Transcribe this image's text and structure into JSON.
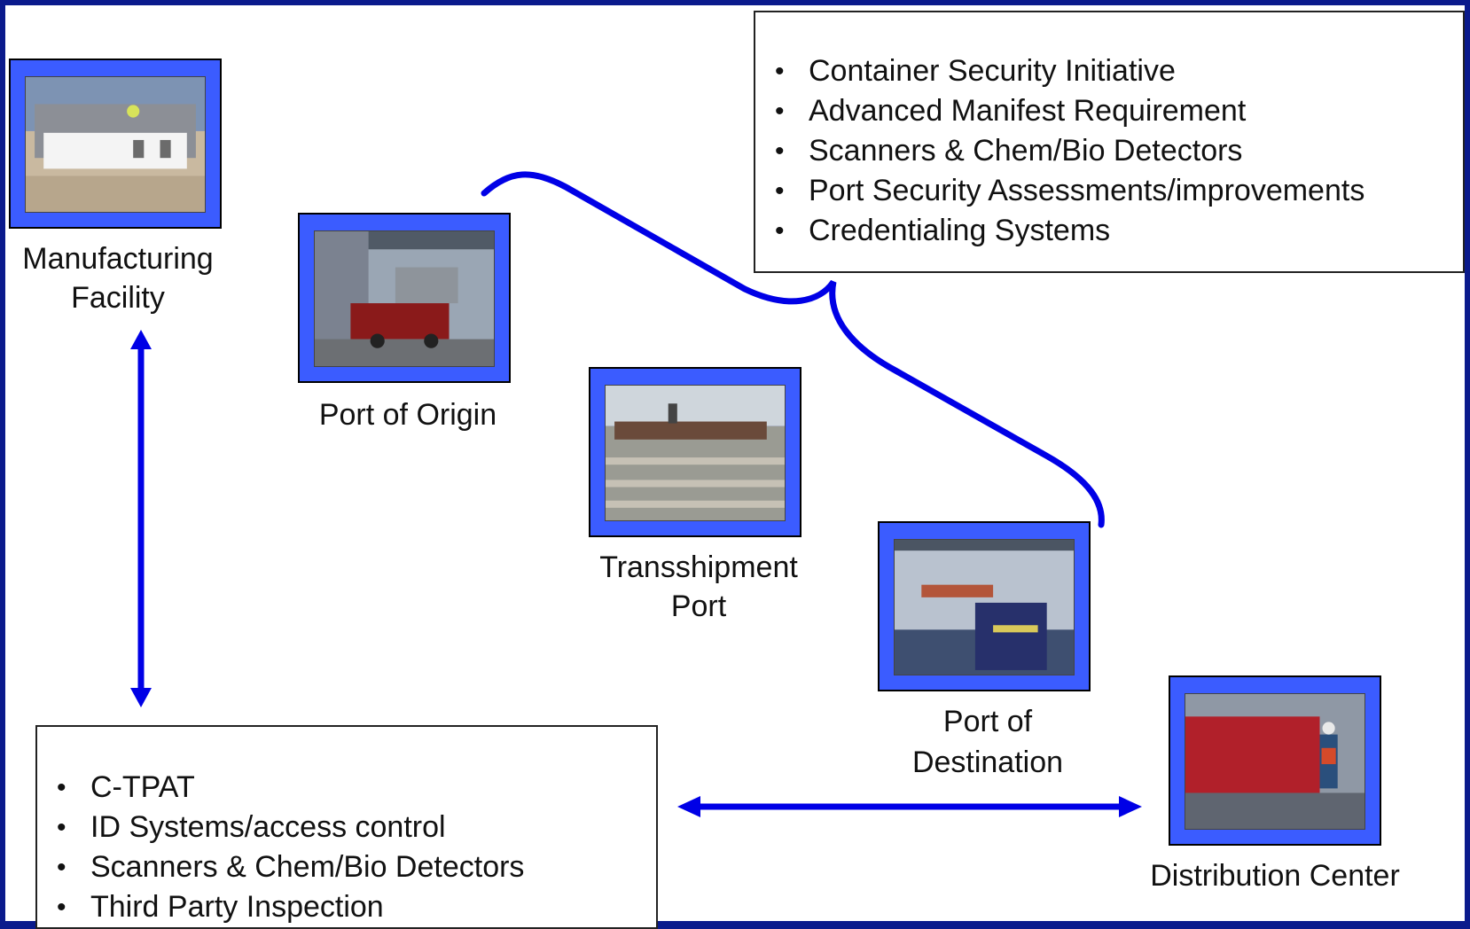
{
  "nodes": {
    "manufacturing": {
      "label_line1": "Manufacturing",
      "label_line2": "Facility"
    },
    "port_origin": {
      "label": "Port of Origin"
    },
    "transshipment": {
      "label_line1": "Transshipment",
      "label_line2": "Port"
    },
    "port_destination": {
      "label_line1": "Port of",
      "label_line2": "Destination"
    },
    "distribution": {
      "label": "Distribution Center"
    }
  },
  "top_box": {
    "items": [
      "Container Security Initiative",
      "Advanced Manifest Requirement",
      "Scanners & Chem/Bio Detectors",
      "Port Security Assessments/improvements",
      "Credentialing Systems"
    ]
  },
  "bottom_box": {
    "items": [
      "C-TPAT",
      "ID Systems/access control",
      "Scanners & Chem/Bio Detectors",
      "Third Party Inspection"
    ]
  },
  "colors": {
    "frame": "#3b5cff",
    "connector": "#0000e6",
    "background": "#0a1a8c"
  },
  "icons": {
    "bullet": "bullet-dot",
    "arrow": "double-headed-arrow",
    "brace": "curly-brace"
  }
}
